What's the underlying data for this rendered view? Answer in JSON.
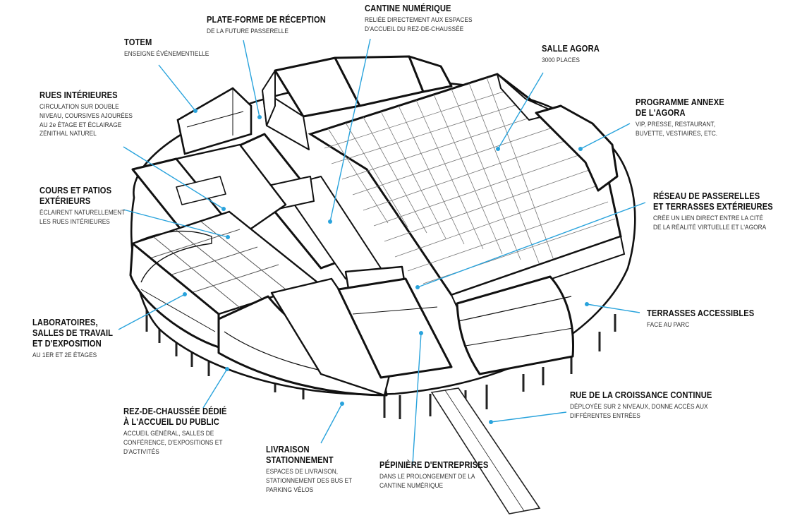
{
  "accent_color": "#29a3dc",
  "labels": {
    "totem": {
      "title": [
        "TOTEM"
      ],
      "sub": [
        "ENSEIGNE ÉVÉNEMENTIELLE"
      ]
    },
    "plateforme": {
      "title": [
        "PLATE-FORME DE RÉCEPTION"
      ],
      "sub": [
        "DE LA FUTURE PASSERELLE"
      ]
    },
    "cantine": {
      "title": [
        "CANTINE NUMÉRIQUE"
      ],
      "sub": [
        "RELIÉE DIRECTEMENT AUX ESPACES",
        "D'ACCUEIL DU REZ-DE-CHAUSSÉE"
      ]
    },
    "agora": {
      "title": [
        "SALLE AGORA"
      ],
      "sub": [
        "3000 PLACES"
      ]
    },
    "rues": {
      "title": [
        "RUES INTÉRIEURES"
      ],
      "sub": [
        "CIRCULATION SUR DOUBLE",
        "NIVEAU, COURSIVES AJOURÉES",
        "AU 2e ÉTAGE ET ÉCLAIRAGE",
        "ZÉNITHAL NATUREL"
      ]
    },
    "programme": {
      "title": [
        "PROGRAMME ANNEXE",
        "DE L'AGORA"
      ],
      "sub": [
        "VIP, PRESSE, RESTAURANT,",
        "BUVETTE, VESTIAIRES, ETC."
      ]
    },
    "cours": {
      "title": [
        "COURS ET PATIOS",
        "EXTÉRIEURS"
      ],
      "sub": [
        "ÉCLAIRENT NATURELLEMENT",
        "LES  RUES INTÉRIEURES"
      ]
    },
    "reseau": {
      "title": [
        "RÉSEAU DE PASSERELLES",
        "ET TERRASSES EXTÉRIEURES"
      ],
      "sub": [
        "CRÉE UN LIEN DIRECT ENTRE LA CITÉ",
        "DE LA RÉALITÉ VIRTUELLE ET L'AGORA"
      ]
    },
    "labos": {
      "title": [
        "LABORATOIRES,",
        "SALLES DE TRAVAIL",
        "ET D'EXPOSITION"
      ],
      "sub": [
        "AU 1ER ET 2E ÉTAGES"
      ]
    },
    "terrasses": {
      "title": [
        "TERRASSES ACCESSIBLES"
      ],
      "sub": [
        "FACE AU PARC"
      ]
    },
    "rdc": {
      "title": [
        "REZ-DE-CHAUSSÉE DÉDIÉ",
        "À L'ACCUEIL DU PUBLIC"
      ],
      "sub": [
        "ACCUEIL GÉNÉRAL, SALLES DE",
        "CONFÉRENCE, D'EXPOSITIONS ET",
        "D'ACTIVITÉS"
      ]
    },
    "croissance": {
      "title": [
        "RUE DE LA CROISSANCE CONTINUE"
      ],
      "sub": [
        "DÉPLOYÉE SUR 2 NIVEAUX, DONNE ACCÈS AUX",
        "DIFFÉRENTES ENTRÉES"
      ]
    },
    "livraison": {
      "title": [
        "LIVRAISON",
        "STATIONNEMENT"
      ],
      "sub": [
        "ESPACES DE LIVRAISON,",
        "STATIONNEMENT DES BUS ET",
        "PARKING VÉLOS"
      ]
    },
    "pepiniere": {
      "title": [
        "PÉPINIÈRE D'ENTREPRISES"
      ],
      "sub": [
        "DANS LE PROLONGEMENT DE LA",
        "CANTINE NUMÉRIQUE"
      ]
    }
  }
}
